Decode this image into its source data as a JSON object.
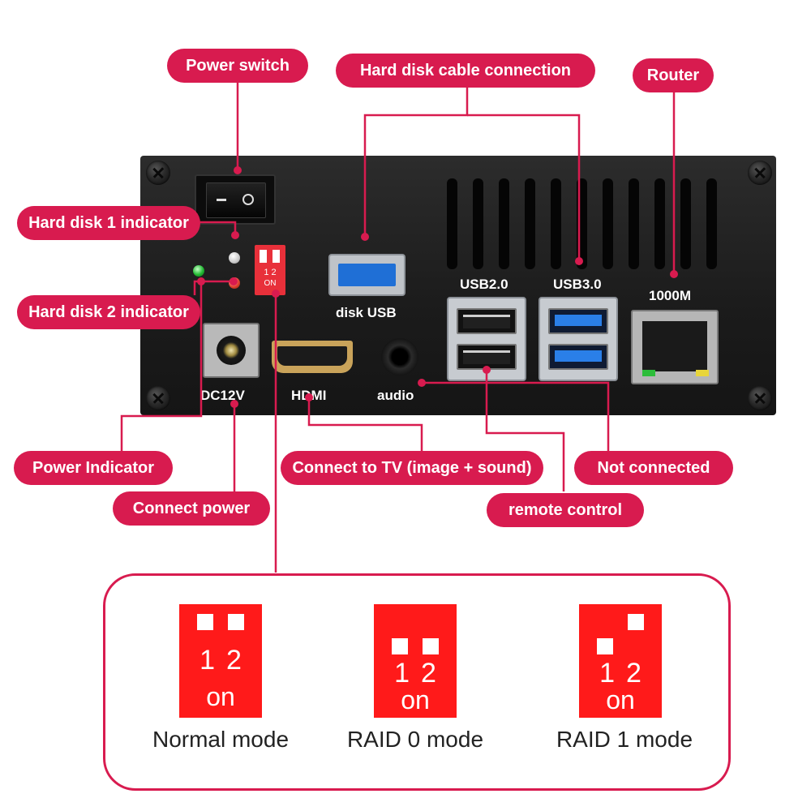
{
  "colors": {
    "accent": "#d81b4f",
    "switch_red": "#ff1a1a",
    "usb3_blue": "#2a7fe8",
    "panel": "#1e1e1e"
  },
  "callouts": {
    "power_switch": "Power switch",
    "hard_disk_cable": "Hard disk cable connection",
    "router": "Router",
    "hard_disk_1": "Hard disk 1 indicator",
    "hard_disk_2": "Hard disk 2 indicator",
    "power_indicator": "Power Indicator",
    "connect_power": "Connect power",
    "connect_tv": "Connect to TV (image + sound)",
    "not_connected": "Not connected",
    "remote_control": "remote control"
  },
  "panel_labels": {
    "disk_usb": "disk USB",
    "usb2": "USB2.0",
    "usb3": "USB3.0",
    "ethernet": "1000M",
    "dc": "DC12V",
    "hdmi": "HDMI",
    "audio": "audio",
    "dip_numbers": "1 2",
    "dip_on": "ON"
  },
  "modes": [
    {
      "label": "Normal mode",
      "numbers": "12",
      "on": "on"
    },
    {
      "label": "RAID 0 mode",
      "numbers": "12",
      "on": "on"
    },
    {
      "label": "RAID 1 mode",
      "numbers": "12",
      "on": "on"
    }
  ]
}
